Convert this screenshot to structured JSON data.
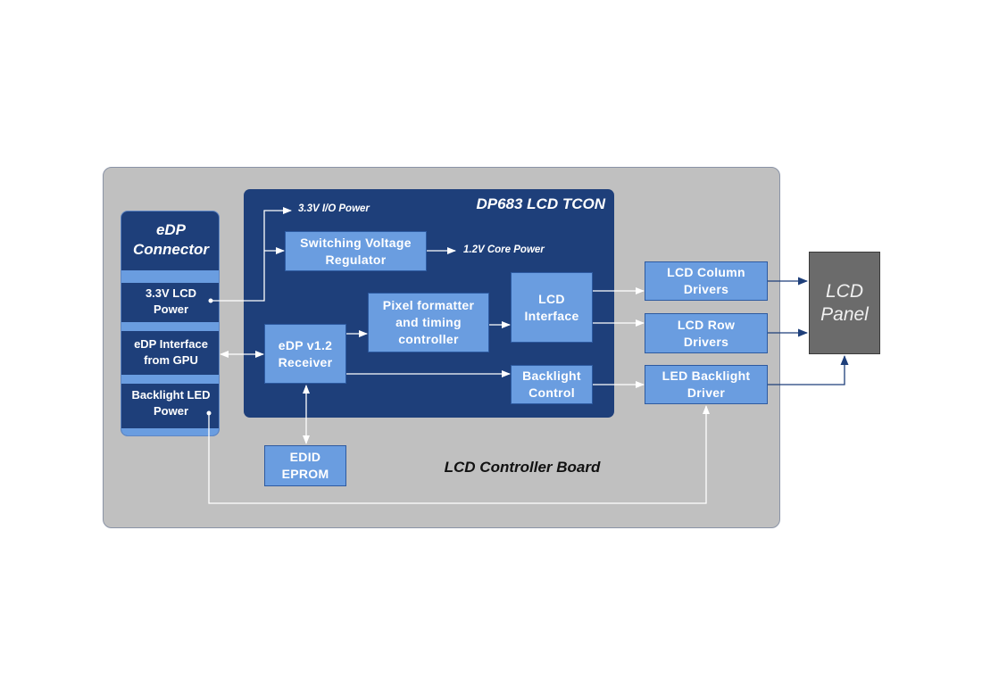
{
  "board": {
    "title": "LCD Controller Board"
  },
  "tcon": {
    "title": "DP683 LCD TCON"
  },
  "connector": {
    "title": "eDP\nConnector",
    "rows": [
      {
        "label": "3.3V LCD\nPower"
      },
      {
        "label": "eDP Interface\nfrom GPU"
      },
      {
        "label": "Backlight LED\nPower"
      }
    ]
  },
  "blocks": {
    "switching_regulator": "Switching Voltage\nRegulator",
    "pixel_formatter": "Pixel formatter\nand timing\ncontroller",
    "lcd_interface": "LCD\nInterface",
    "edp_receiver": "eDP v1.2\nReceiver",
    "backlight_control": "Backlight\nControl",
    "edid_eprom": "EDID\nEPROM",
    "lcd_column_drivers": "LCD Column\nDrivers",
    "lcd_row_drivers": "LCD Row\nDrivers",
    "led_backlight_driver": "LED Backlight\nDriver",
    "lcd_panel": "LCD\nPanel"
  },
  "labels": {
    "io_power": "3.3V I/O Power",
    "core_power": "1.2V Core Power"
  },
  "colors": {
    "board_bg": "#c0c0c0",
    "tcon_bg": "#1e3f7a",
    "block_bg": "#6a9de0",
    "panel_bg": "#6b6b6b",
    "wire_white": "#ffffff",
    "wire_blue": "#1e3f7a"
  }
}
